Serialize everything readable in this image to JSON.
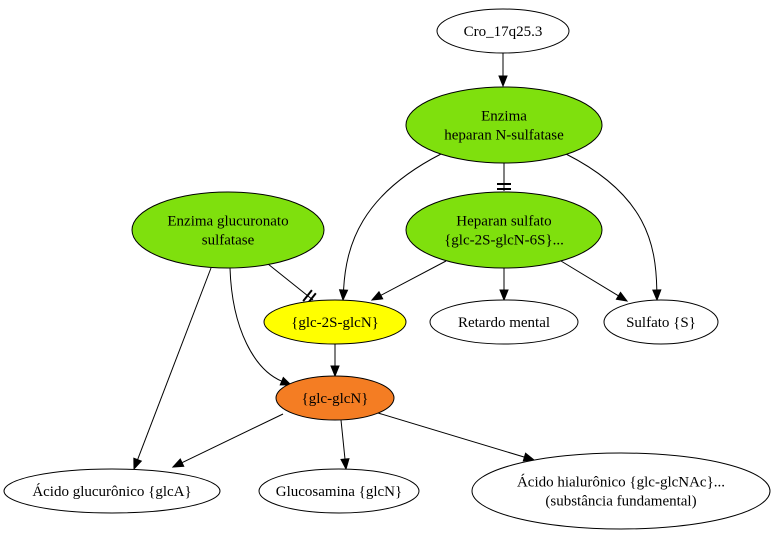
{
  "colors": {
    "green": "#7fe00d",
    "yellow": "#ffff00",
    "orange": "#f47d23",
    "white": "#ffffff",
    "line": "#000000"
  },
  "nodes": {
    "cro": {
      "lines": [
        "Cro_17q25.3"
      ],
      "fill": "white"
    },
    "enzima_ns": {
      "lines": [
        "Enzima",
        "heparan N-sulfatase"
      ],
      "fill": "green"
    },
    "enzima_gluc": {
      "lines": [
        "Enzima glucuronato",
        "sulfatase"
      ],
      "fill": "green"
    },
    "heparan": {
      "lines": [
        "Heparan sulfato",
        "{glc-2S-glcN-6S}..."
      ],
      "fill": "green"
    },
    "glc2s": {
      "lines": [
        "{glc-2S-glcN}"
      ],
      "fill": "yellow"
    },
    "retardo": {
      "lines": [
        "Retardo mental"
      ],
      "fill": "white"
    },
    "sulfato": {
      "lines": [
        "Sulfato {S}"
      ],
      "fill": "white"
    },
    "glcglcn": {
      "lines": [
        "{glc-glcN}"
      ],
      "fill": "orange"
    },
    "acido_gluc": {
      "lines": [
        "Ácido glucurônico {glcA}"
      ],
      "fill": "white"
    },
    "glucosamina": {
      "lines": [
        "Glucosamina {glcN}"
      ],
      "fill": "white"
    },
    "acido_hial": {
      "lines": [
        "Ácido hialurônico {glc-glcNAc}...",
        "(substância fundamental)"
      ],
      "fill": "white"
    }
  },
  "edges": [
    {
      "from": "cro",
      "to": "enzima_ns",
      "type": "arrow"
    },
    {
      "from": "enzima_ns",
      "to": "heparan",
      "type": "tee"
    },
    {
      "from": "enzima_ns",
      "to": "glc2s",
      "type": "arrow"
    },
    {
      "from": "enzima_ns",
      "to": "sulfato",
      "type": "arrow"
    },
    {
      "from": "enzima_gluc",
      "to": "glc2s",
      "type": "tee"
    },
    {
      "from": "enzima_gluc",
      "to": "glcglcn",
      "type": "arrow"
    },
    {
      "from": "enzima_gluc",
      "to": "acido_gluc",
      "type": "arrow"
    },
    {
      "from": "heparan",
      "to": "glc2s",
      "type": "arrow"
    },
    {
      "from": "heparan",
      "to": "retardo",
      "type": "arrow"
    },
    {
      "from": "heparan",
      "to": "sulfato",
      "type": "arrow"
    },
    {
      "from": "glc2s",
      "to": "glcglcn",
      "type": "arrow"
    },
    {
      "from": "glcglcn",
      "to": "acido_gluc",
      "type": "arrow"
    },
    {
      "from": "glcglcn",
      "to": "glucosamina",
      "type": "arrow"
    },
    {
      "from": "glcglcn",
      "to": "acido_hial",
      "type": "arrow"
    }
  ]
}
